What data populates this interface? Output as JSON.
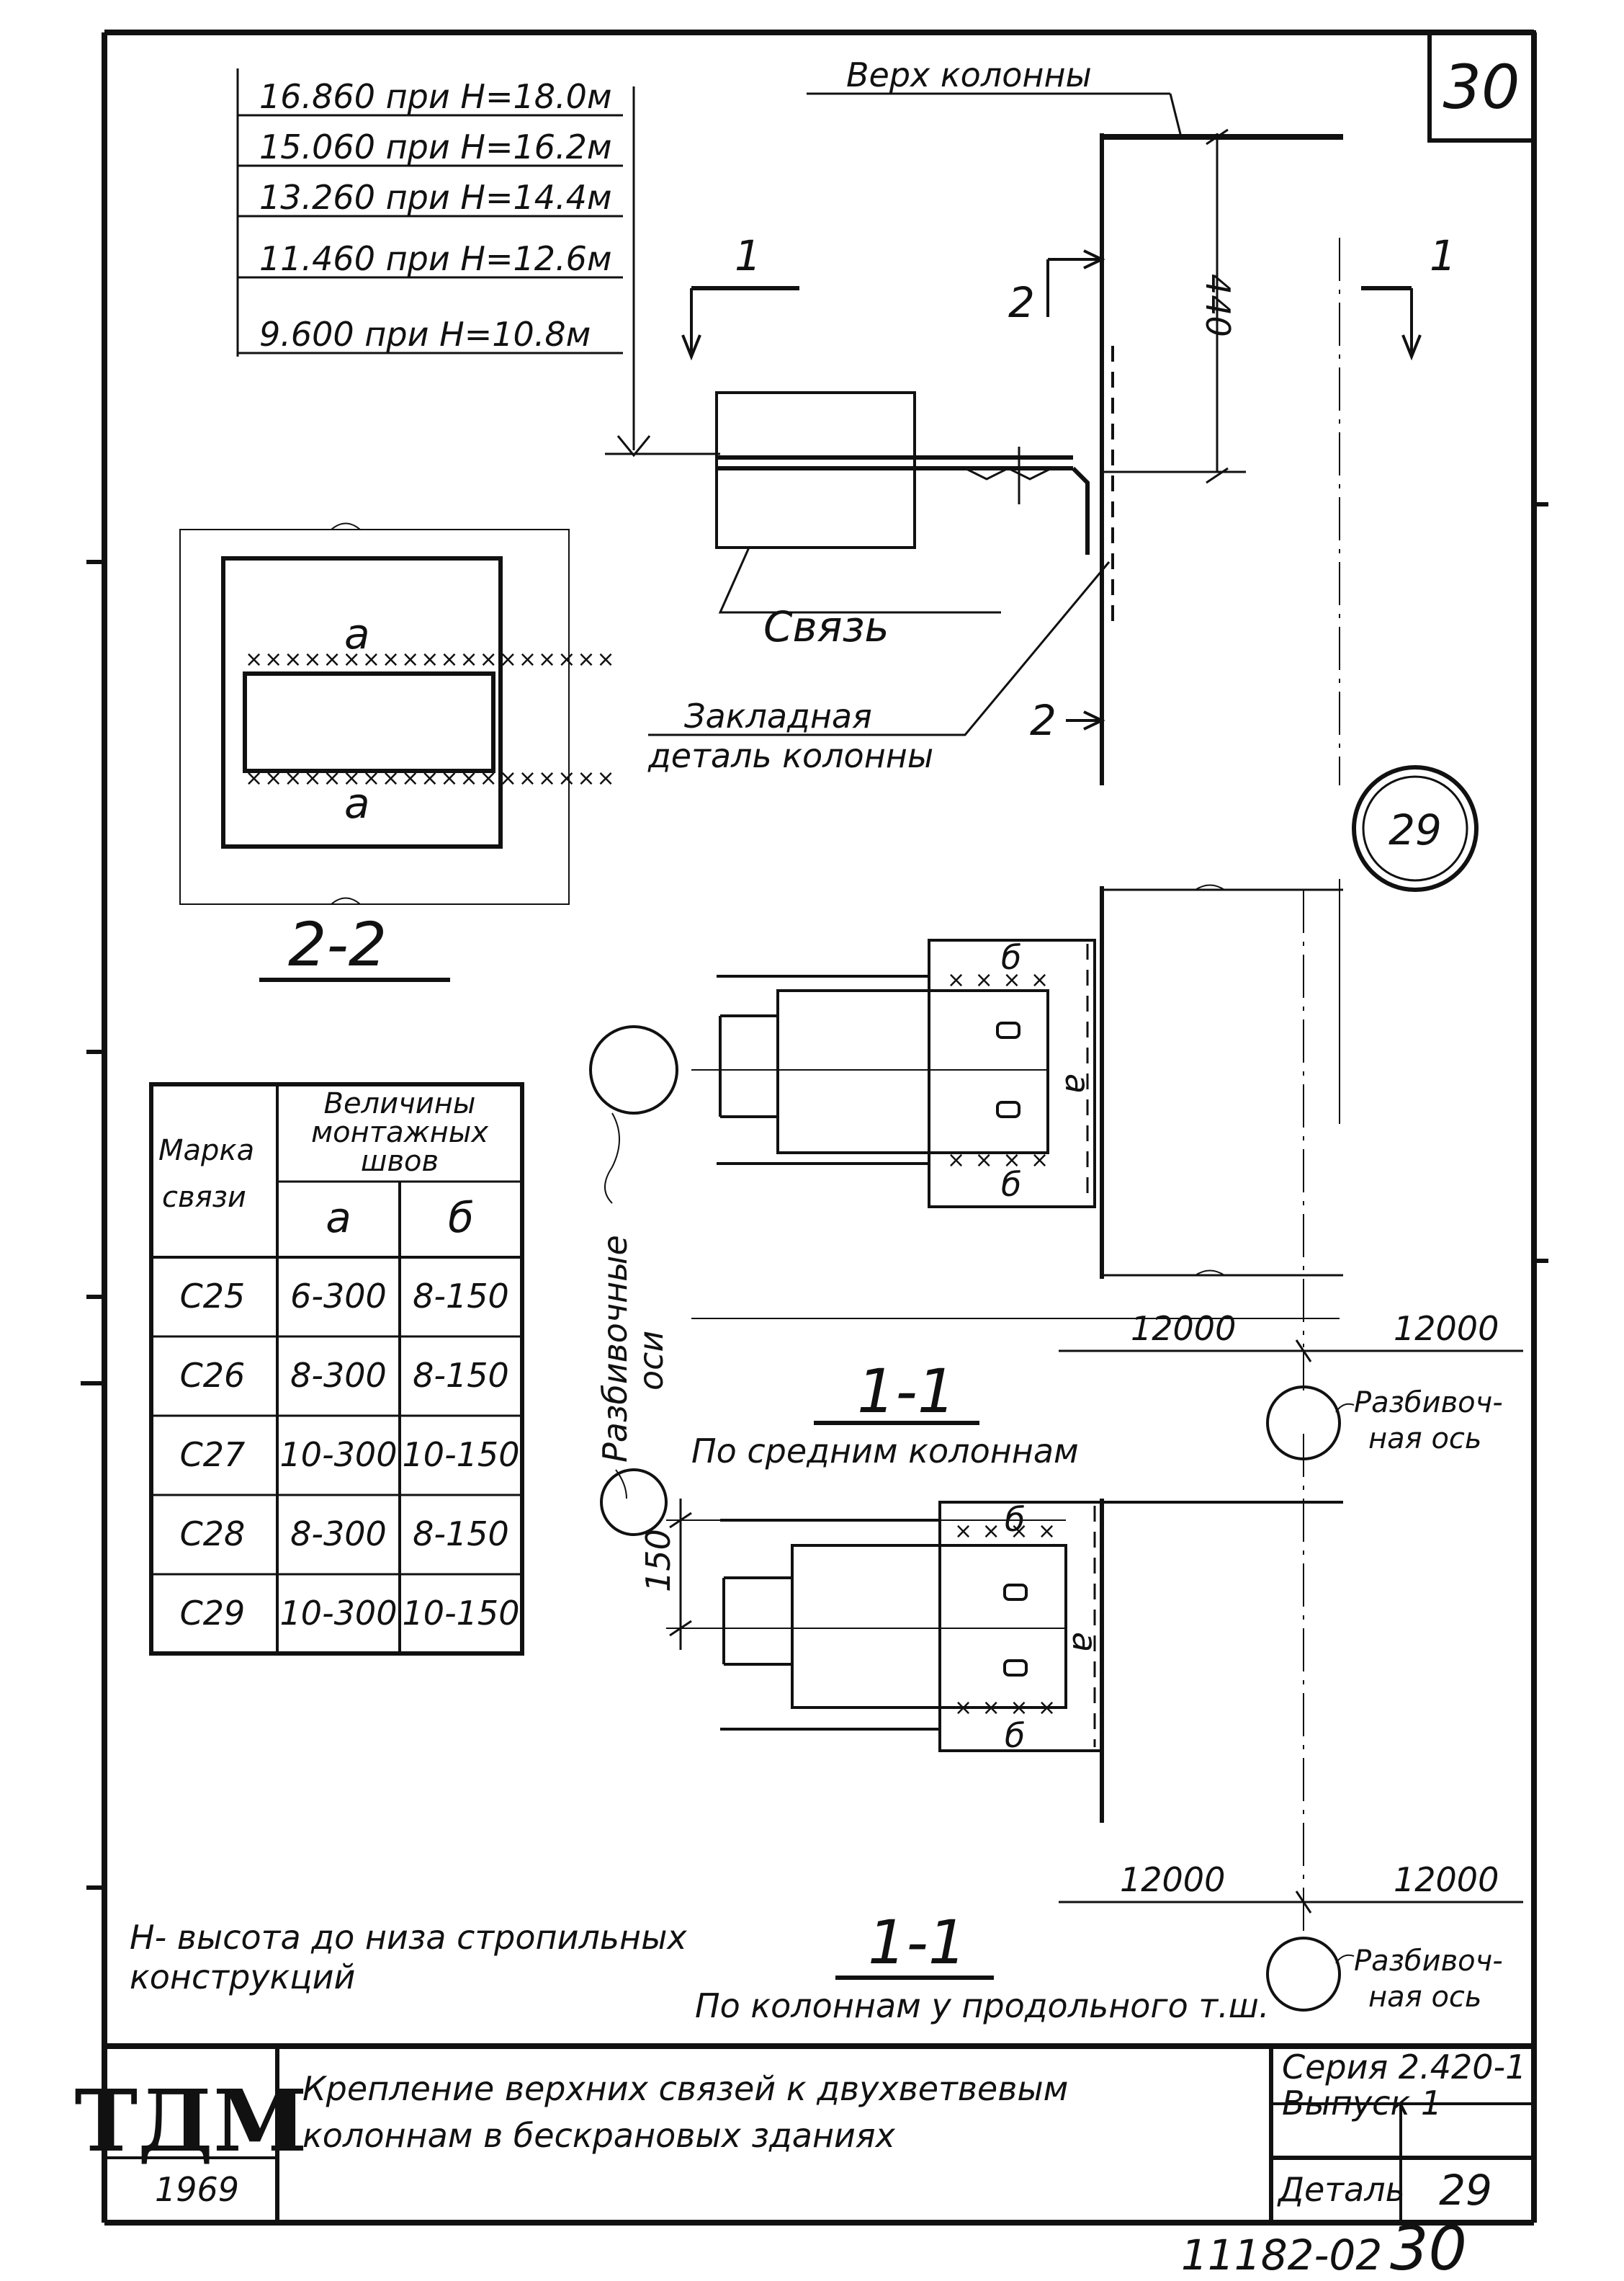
{
  "sheet": {
    "page_number": "30",
    "bottom_code": "11182-02",
    "bottom_page": "30",
    "detail_ref": "29"
  },
  "levels": [
    "16.860 при H=18.0м",
    "15.060 при H=16.2м",
    "13.260 при H=14.4м",
    "11.460 при H=12.6м",
    "9.600 при H=10.8м"
  ],
  "labels": {
    "column_top": "Верх колонны",
    "dim_440": "440",
    "cut_1": "1",
    "cut_2": "2",
    "brace": "Связь",
    "embedded_1": "Закладная",
    "embedded_2": "деталь колонны",
    "weld_a": "a",
    "weld_b": "б",
    "dim_150": "150",
    "axes_vertical_1": "Разбивочные",
    "axes_vertical_2": "оси",
    "axis_right_1": "Разбивоч-",
    "axis_right_2": "ная ось",
    "dim_12000": "12000"
  },
  "section_2_2": {
    "title": "2-2"
  },
  "section_1_1_middle": {
    "title": "1-1",
    "subtitle": "По средним колоннам"
  },
  "section_1_1_edge": {
    "title": "1-1",
    "subtitle": "По колоннам у продольного т.ш."
  },
  "note": {
    "line1": "H- высота до низа стропильных",
    "line2": "конструкций"
  },
  "weld_table": {
    "header_brand_1": "Марка",
    "header_brand_2": "связи",
    "header_group_1": "Величины",
    "header_group_2": "монтажных",
    "header_group_3": "швов",
    "col_a": "a",
    "col_b": "б",
    "rows": [
      {
        "brand": "С25",
        "a": "6-300",
        "b": "8-150"
      },
      {
        "brand": "С26",
        "a": "8-300",
        "b": "8-150"
      },
      {
        "brand": "С27",
        "a": "10-300",
        "b": "10-150"
      },
      {
        "brand": "С28",
        "a": "8-300",
        "b": "8-150"
      },
      {
        "brand": "С29",
        "a": "10-300",
        "b": "10-150"
      }
    ]
  },
  "title_block": {
    "logo": "ТДМ",
    "year": "1969",
    "title_line1": "Крепление верхних связей к двухветвевым",
    "title_line2": "колоннам в бескрановых зданиях",
    "series_line1": "Серия 2.420-1",
    "series_line2": "Выпуск 1",
    "detail_label": "Деталь",
    "detail_number": "29"
  }
}
